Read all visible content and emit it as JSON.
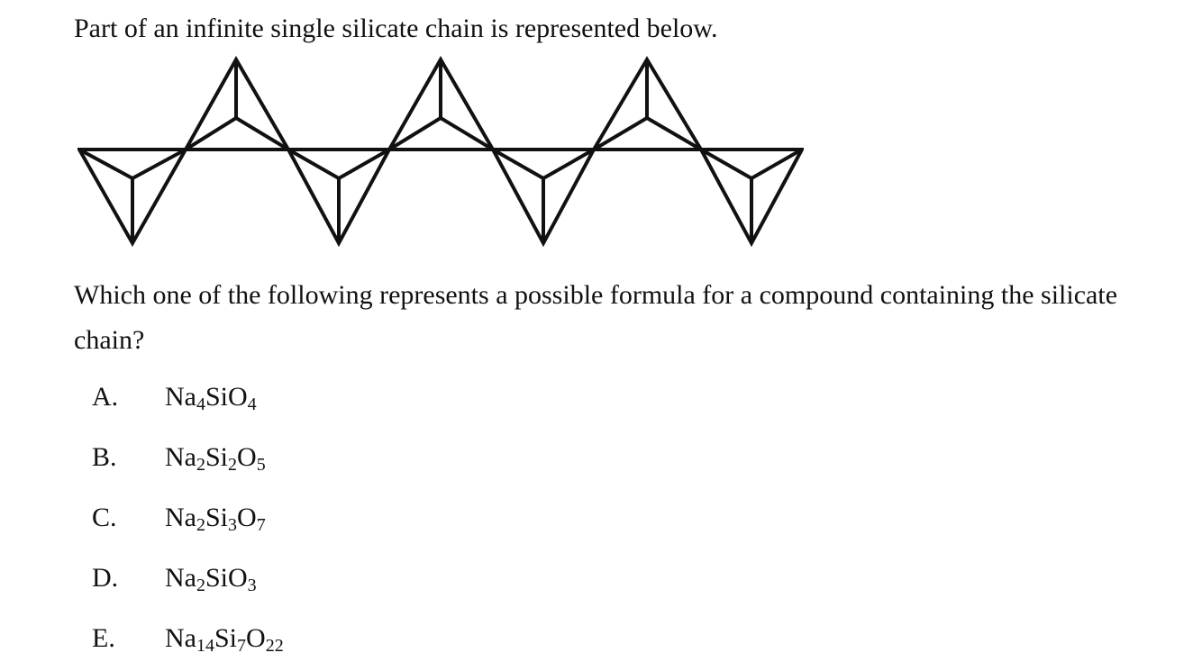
{
  "intro_text": "Part of an infinite single silicate chain is represented below.",
  "question_text": "Which one of the following represents a possible formula for a compound containing the silicate chain?",
  "options": [
    {
      "letter": "A.",
      "formula": [
        {
          "t": "Na"
        },
        {
          "s": "4"
        },
        {
          "t": "SiO"
        },
        {
          "s": "4"
        }
      ]
    },
    {
      "letter": "B.",
      "formula": [
        {
          "t": "Na"
        },
        {
          "s": "2"
        },
        {
          "t": "Si"
        },
        {
          "s": "2"
        },
        {
          "t": "O"
        },
        {
          "s": "5"
        }
      ]
    },
    {
      "letter": "C.",
      "formula": [
        {
          "t": "Na"
        },
        {
          "s": "2"
        },
        {
          "t": "Si"
        },
        {
          "s": "3"
        },
        {
          "t": "O"
        },
        {
          "s": "7"
        }
      ]
    },
    {
      "letter": "D.",
      "formula": [
        {
          "t": "Na"
        },
        {
          "s": "2"
        },
        {
          "t": "SiO"
        },
        {
          "s": "3"
        }
      ]
    },
    {
      "letter": "E.",
      "formula": [
        {
          "t": "Na"
        },
        {
          "s": "14"
        },
        {
          "t": "Si"
        },
        {
          "s": "7"
        },
        {
          "t": "O"
        },
        {
          "s": "22"
        }
      ]
    }
  ],
  "diagram": {
    "stroke_color": "#111111"
  }
}
